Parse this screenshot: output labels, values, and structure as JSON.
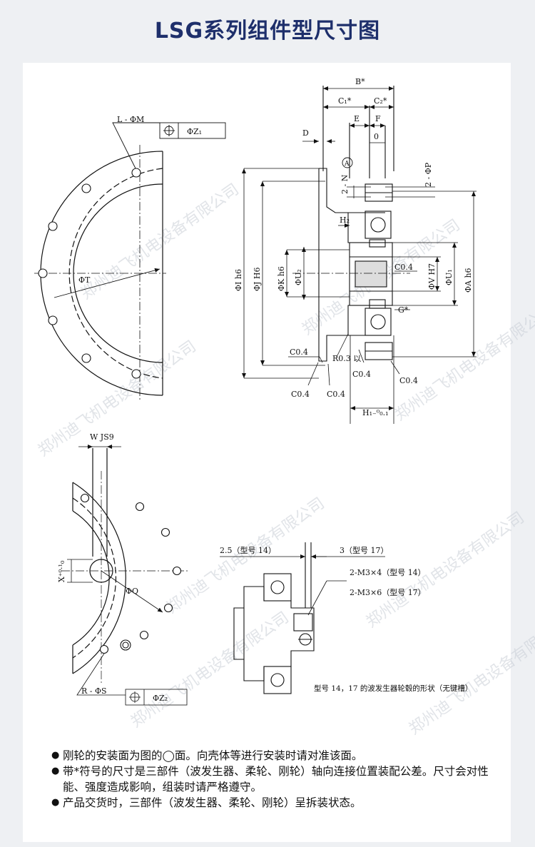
{
  "title": "LSG系列组件型尺寸图",
  "labels": {
    "L_M": "L - ΦM",
    "Z1": "ΦZ₁",
    "T": "ΦT",
    "B": "B*",
    "C1": "C₁*",
    "C2": "C₂*",
    "D": "D",
    "E": "E",
    "F": "F",
    "O": "0",
    "A_circle": "A",
    "N": "2 - N",
    "P": "2 - ΦP",
    "H2": "H₂",
    "I": "ΦI h6",
    "J": "ΦJ H6",
    "K": "ΦK h6",
    "U2": "ΦU₂",
    "C04a": "C0.4",
    "V": "ΦV H7",
    "U1": "ΦU₁",
    "Ah6": "ΦA h6",
    "G": "G*",
    "C04b": "C0.4",
    "R03": "R0.3 以",
    "C04c": "C0.4",
    "C04d": "C0.4",
    "C04e": "C0.4",
    "C04f": "C0.4",
    "H1": "H₁₋⁰₀.₁",
    "W": "W JS9",
    "X": "X⁺⁰·¹₀",
    "Q": "ΦQ",
    "R_S": "R - ΦS",
    "Z2": "ΦZ₂",
    "d25": "2.5（型号 14）",
    "d3": "3（型号 17）",
    "m3x4": "2-M3×4（型号 14）",
    "m3x6": "2-M3×6（型号 17）",
    "caption": "型号 14，17 的波发生器轮毂的形状（无键槽）"
  },
  "watermark": "郑州迪飞机电设备有限公司",
  "notes": [
    "刚轮的安装面为图的◯面。向壳体等进行安装时请对准该面。",
    "带*符号的尺寸是三部件（波发生器、柔轮、刚轮）轴向连接位置装配公差。尺寸会对性能、强度造成影响，组装时请严格遵守。",
    "产品交货时，三部件（波发生器、柔轮、刚轮）呈拆装状态。"
  ]
}
